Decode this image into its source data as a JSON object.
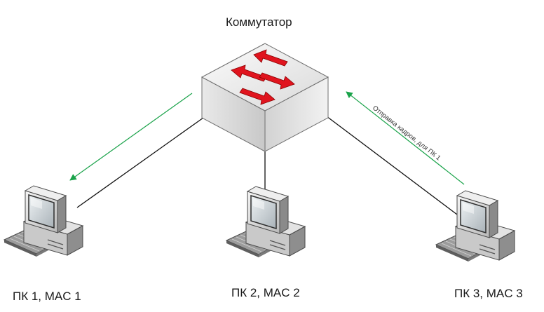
{
  "switch": {
    "label": "Коммутатор"
  },
  "hosts": [
    {
      "label": "ПК 1, MAC 1"
    },
    {
      "label": "ПК 2, MAC 2"
    },
    {
      "label": "ПК 3, MAC 3"
    }
  ],
  "frame_flow": {
    "caption": "Отправка кадров, для ПК 1"
  },
  "colors": {
    "flow_arrow": "#1aa34a",
    "switch_arrows": "#e0141e",
    "link_line": "#111111",
    "switch_body": "#e6e6e6"
  },
  "icons": [
    "switch-icon",
    "computer-icon"
  ]
}
